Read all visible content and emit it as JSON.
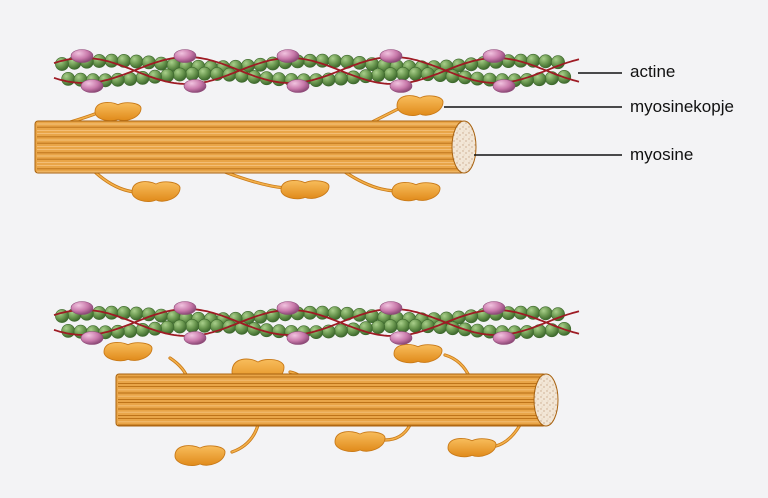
{
  "labels": {
    "actin": "actine",
    "myosin_head": "myosinekopje",
    "myosin": "myosine"
  },
  "colors": {
    "background": "#f3f3f5",
    "actin_bead": "#6d9a52",
    "actin_bead_dark": "#3f6a2e",
    "troponin": "#c97aab",
    "tropomyosin": "#9e1b24",
    "myosin_filament": "#e9a548",
    "myosin_stripe": "#b86d14",
    "myosin_head": "#ef9f2c",
    "filament_end": "#f2e6d6",
    "leader_line": "#111111"
  }
}
